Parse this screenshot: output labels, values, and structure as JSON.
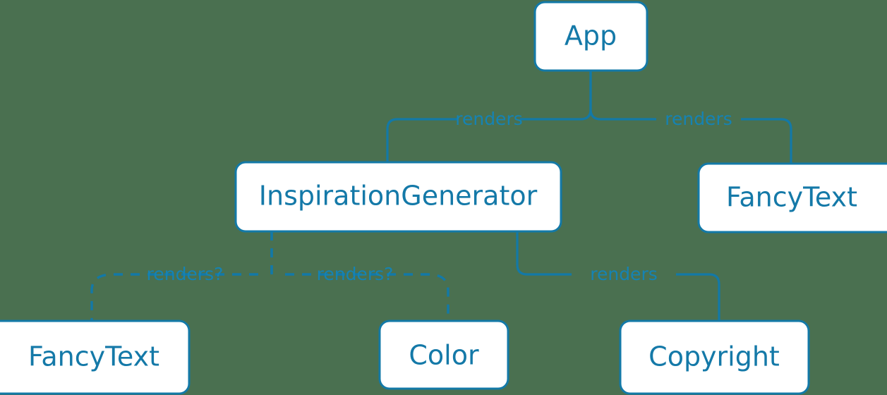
{
  "diagram": {
    "type": "component-render-tree",
    "background_color": "#4a7050",
    "node_fill_color": "#ffffff",
    "node_border_color": "#1379a7",
    "node_text_color": "#1479a8",
    "edge_color": "#1379a7",
    "edge_label_color": "#1583b4",
    "nodes": [
      {
        "id": "app",
        "label": "App"
      },
      {
        "id": "inspiration-generator",
        "label": "InspirationGenerator"
      },
      {
        "id": "fancytext-right",
        "label": "FancyText"
      },
      {
        "id": "fancytext-bottom",
        "label": "FancyText"
      },
      {
        "id": "color",
        "label": "Color"
      },
      {
        "id": "copyright",
        "label": "Copyright"
      }
    ],
    "edges": [
      {
        "from": "app",
        "to": "inspiration-generator",
        "label": "renders",
        "style": "solid"
      },
      {
        "from": "app",
        "to": "fancytext-right",
        "label": "renders",
        "style": "solid"
      },
      {
        "from": "inspiration-generator",
        "to": "fancytext-bottom",
        "label": "renders?",
        "style": "dashed"
      },
      {
        "from": "inspiration-generator",
        "to": "color",
        "label": "renders?",
        "style": "dashed"
      },
      {
        "from": "inspiration-generator",
        "to": "copyright",
        "label": "renders",
        "style": "solid"
      }
    ]
  }
}
